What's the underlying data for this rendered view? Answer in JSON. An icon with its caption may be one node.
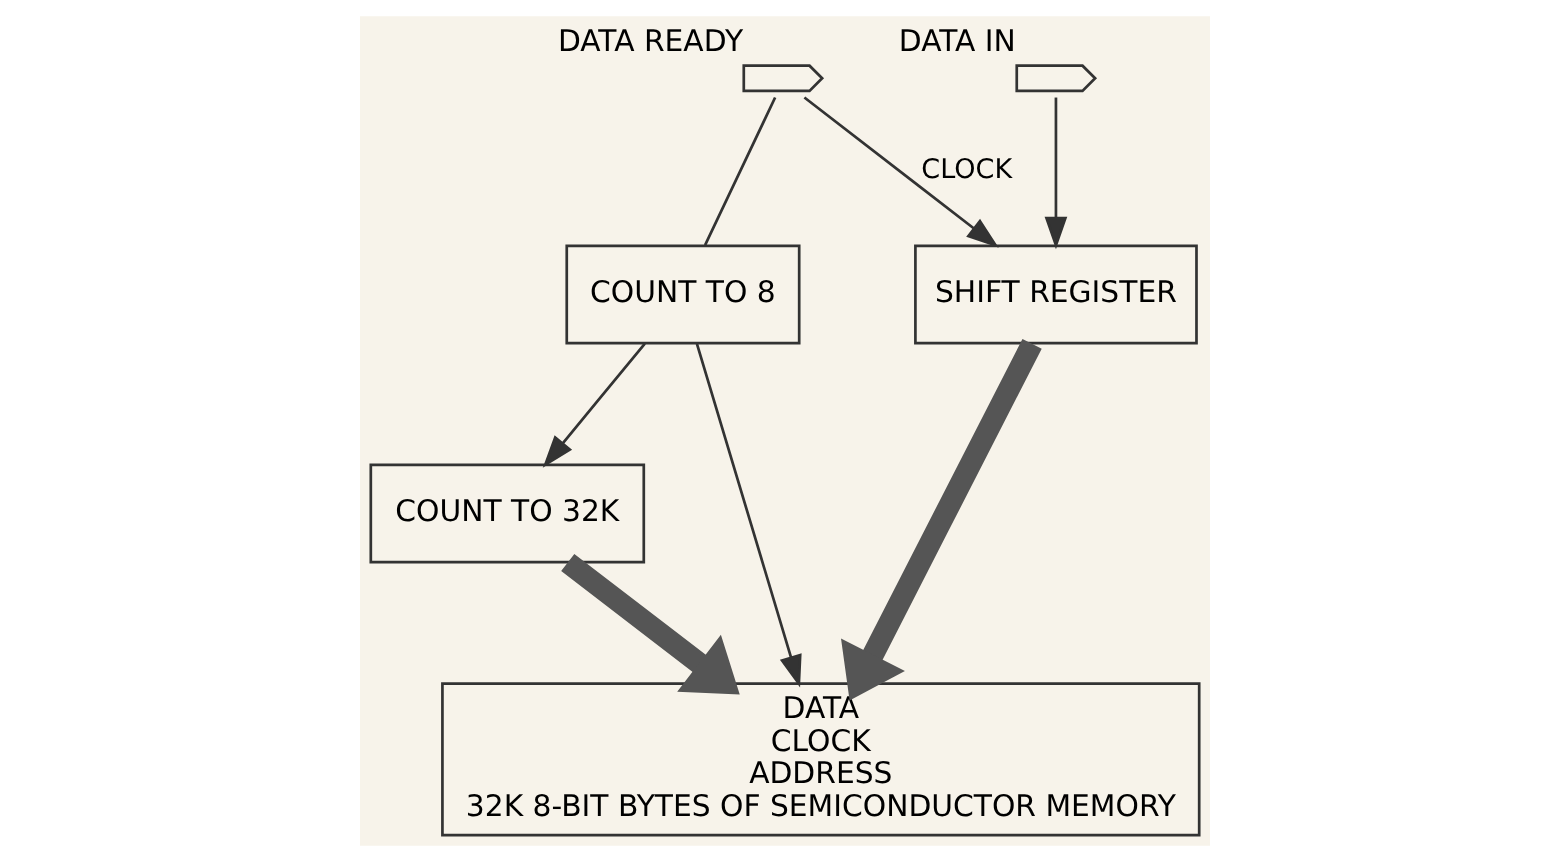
{
  "diagram": {
    "nodes": [
      {
        "text": [],
        "shape": "connector",
        "beside": [
          "DATA READY"
        ]
      },
      {
        "text": [],
        "shape": "connector",
        "beside": [
          "DATA IN"
        ]
      },
      {
        "text": [
          "COUNT TO 8"
        ]
      },
      {
        "text": [
          "SHIFT REGISTER"
        ]
      },
      {
        "text": [
          "COUNT TO 32K"
        ]
      },
      {
        "text": [
          "DATA",
          "CLOCK",
          "ADDRESS",
          "32K 8-BIT BYTES OF SEMICONDUCTOR MEMORY"
        ]
      }
    ],
    "edges": [
      {
        "from": 0,
        "to": 2,
        "arrow": "none"
      },
      {
        "from": 0,
        "to": 3,
        "arrow": "to",
        "label": "CLOCK"
      },
      {
        "from": 1,
        "to": 3,
        "arrow": "to"
      },
      {
        "from": 2,
        "to": 4,
        "arrow": "to"
      },
      {
        "from": 2,
        "to": 5,
        "arrow": "to"
      },
      {
        "from": 3,
        "to": 5,
        "arrow": "to",
        "style": "thick",
        "color": "#555555"
      },
      {
        "from": 4,
        "to": 5,
        "arrow": "to",
        "style": "thick",
        "color": "#555555"
      }
    ]
  }
}
